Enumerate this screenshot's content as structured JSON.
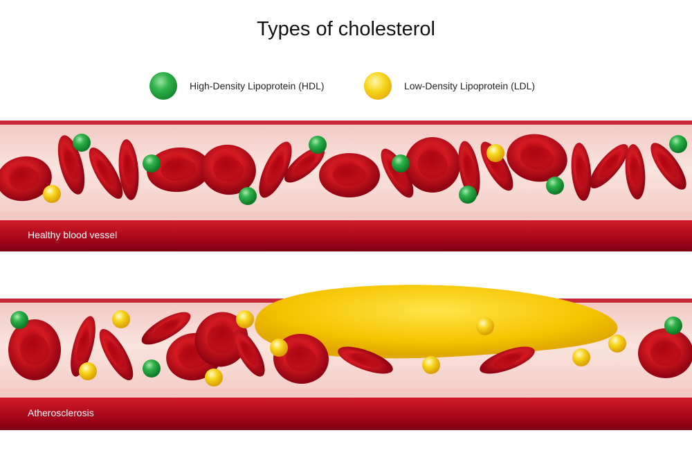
{
  "title": "Types of cholesterol",
  "legend": [
    {
      "label": "High-Density Lipoprotein (HDL)",
      "color": "#2fb24b"
    },
    {
      "label": "Low-Density Lipoprotein (LDL)",
      "color": "#f7d51c"
    }
  ],
  "vessels": [
    {
      "label": "Healthy blood vessel"
    },
    {
      "label": "Atherosclerosis"
    }
  ],
  "colors": {
    "blood_cell": "#c8101e",
    "vessel_wall": "#b0081a",
    "lumen": "#f7d9d2",
    "plaque": "#f5c400"
  }
}
